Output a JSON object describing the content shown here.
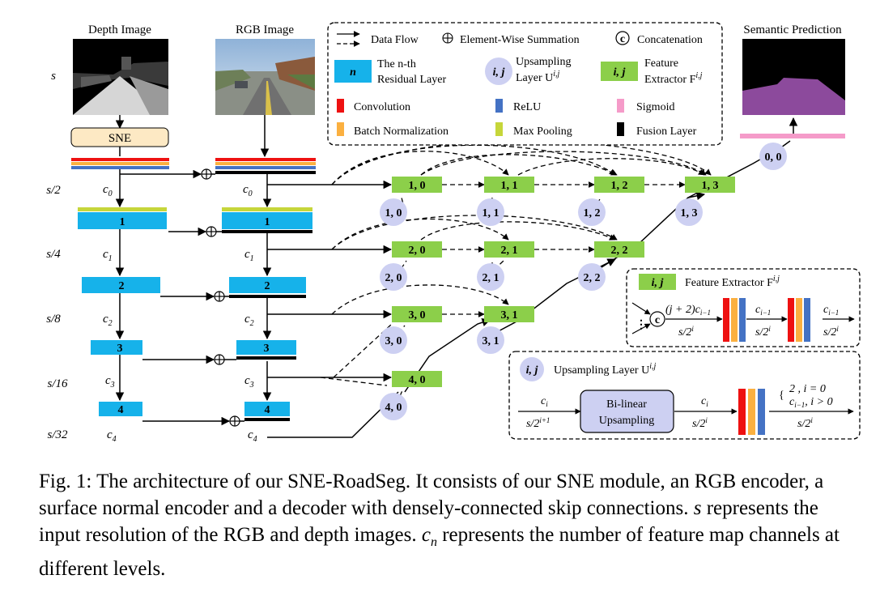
{
  "inputs": {
    "depth_title": "Depth Image",
    "rgb_title": "RGB Image",
    "prediction_title": "Semantic Prediction",
    "sne_label": "SNE"
  },
  "scales": [
    "s",
    "s/2",
    "s/4",
    "s/8",
    "s/16",
    "s/32"
  ],
  "channels": [
    "c",
    "c",
    "c",
    "c",
    "c"
  ],
  "channel_subs": [
    "0",
    "1",
    "2",
    "3",
    "4"
  ],
  "encoder_blocks": [
    "1",
    "2",
    "3",
    "4"
  ],
  "extractors": {
    "e10": "1, 0",
    "e11": "1, 1",
    "e12": "1, 2",
    "e13": "1, 3",
    "e20": "2, 0",
    "e21": "2, 1",
    "e22": "2, 2",
    "e30": "3, 0",
    "e31": "3, 1",
    "e40": "4, 0"
  },
  "upsamplers": {
    "u00": "0, 0",
    "u10": "1, 0",
    "u11": "1, 1",
    "u12": "1, 2",
    "u13": "1, 3",
    "u20": "2, 0",
    "u21": "2, 1",
    "u22": "2, 2",
    "u30": "3, 0",
    "u31": "3, 1",
    "u40": "4, 0"
  },
  "legend": {
    "data_flow": "Data Flow",
    "summation": "Element-Wise Summation",
    "concat": "Concatenation",
    "concat_symbol": "c",
    "residual_symbol": "n",
    "residual_line1": "The n-th",
    "residual_line2": "Residual Layer",
    "ups_symbol": "i, j",
    "ups_line1": "Upsampling",
    "ups_line2": "Layer U",
    "ups_sup": "i,j",
    "feat_symbol": "i, j",
    "feat_line1": "Feature",
    "feat_line2": "Extractor F",
    "feat_sup": "i,j",
    "convolution": "Convolution",
    "relu": "ReLU",
    "sigmoid": "Sigmoid",
    "batch_norm": "Batch Normalization",
    "max_pooling": "Max Pooling",
    "fusion": "Fusion Layer"
  },
  "colors": {
    "conv": "#ee1111",
    "relu": "#4472c4",
    "sigmoid": "#f59bc9",
    "bn": "#fbb040",
    "maxpool": "#c6d63a",
    "fusion": "#000000",
    "residual": "#16b2ea",
    "extractor": "#8ccf4a",
    "upsample": "#cdd0f2",
    "prediction": "#8c4a9c"
  },
  "fe_detail": {
    "symbol": "i, j",
    "title": "Feature Extractor F",
    "title_sup": "i,j",
    "in_top": "(j + 2)c",
    "in_top_sub": "i−1",
    "in_bot": "s/2",
    "in_bot_sup": "i",
    "mid_top": "c",
    "mid_top_sub": "i−1",
    "mid_bot": "s/2",
    "mid_bot_sup": "i",
    "out_top": "c",
    "out_top_sub": "i−1",
    "out_bot": "s/2",
    "out_bot_sup": "i",
    "concat": "c"
  },
  "up_detail": {
    "symbol": "i, j",
    "title": "Upsampling Layer U",
    "title_sup": "i,j",
    "in_top": "c",
    "in_top_sub": "i",
    "in_bot": "s/2",
    "in_bot_sup": "i+1",
    "box_line1": "Bi-linear",
    "box_line2": "Upsampling",
    "mid_top": "c",
    "mid_top_sub": "i",
    "mid_bot": "s/2",
    "mid_bot_sup": "i",
    "case1": "2 , i = 0",
    "case2a": "c",
    "case2_sub": "i−1",
    "case2b": ", i > 0",
    "out_bot": "s/2",
    "out_bot_sup": "i"
  },
  "caption": {
    "prefix": "Fig. 1: The architecture of our SNE-RoadSeg. It consists of our SNE module, an RGB encoder, a surface normal encoder and a decoder with densely-connected skip connections. ",
    "s_var": "s",
    "mid": " represents the input resolution of the RGB and depth images. ",
    "c_var": "c",
    "c_sub": "n",
    "suffix": " represents the number of feature map channels at different levels."
  }
}
